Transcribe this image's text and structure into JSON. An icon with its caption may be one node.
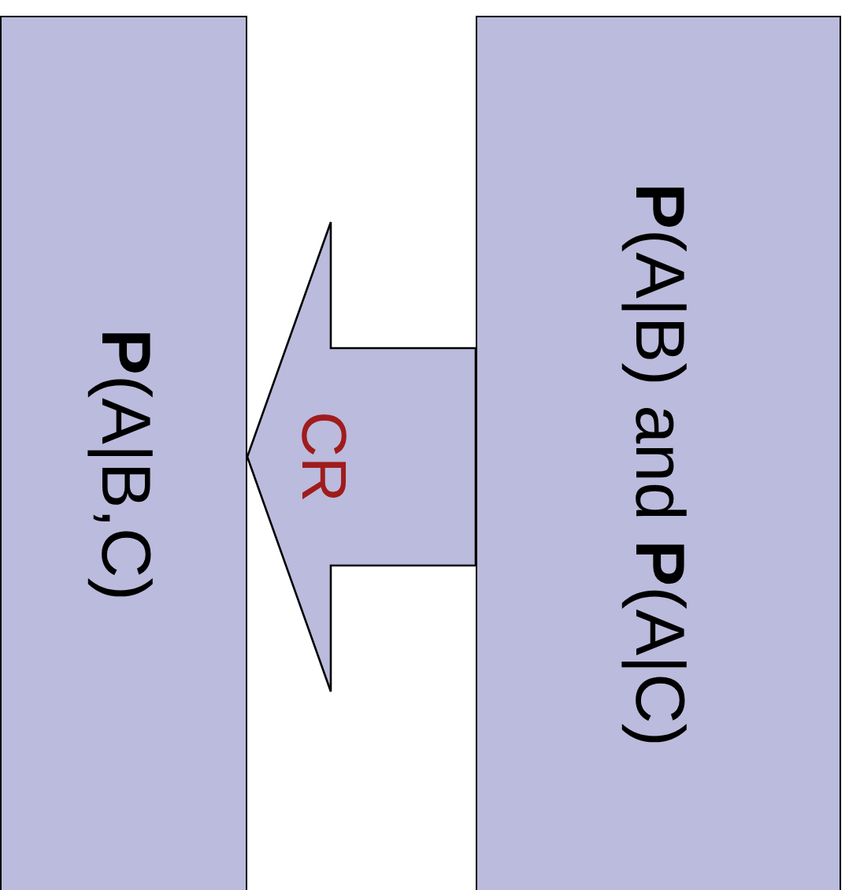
{
  "diagram": {
    "nodes": [
      {
        "text": [
          "**P**(A|B,C)"
        ]
      },
      {
        "text": [
          "**P**(A|B) and **P**(A|C)"
        ]
      }
    ],
    "edges": [
      {
        "from": 1,
        "to": 0,
        "arrow": "to",
        "label": "CR",
        "style": "thick"
      }
    ]
  }
}
